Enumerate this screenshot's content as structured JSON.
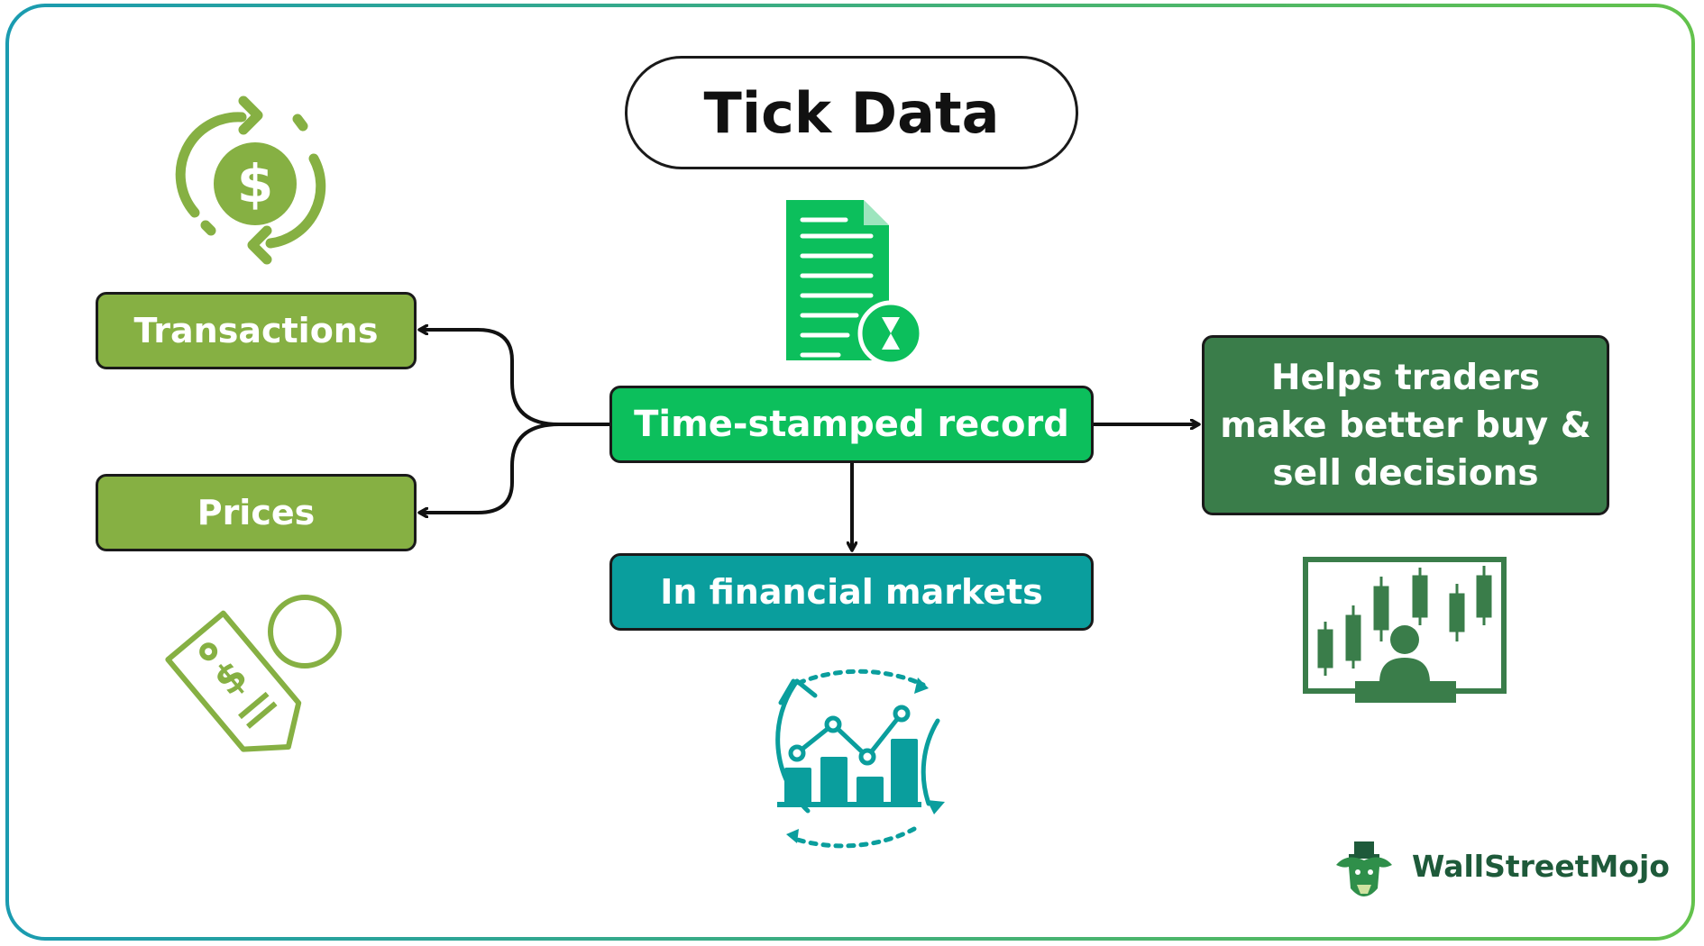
{
  "title": "Tick Data",
  "nodes": {
    "transactions": "Transactions",
    "prices": "Prices",
    "record": "Time-stamped record",
    "markets": "In financial markets",
    "helps": "Helps traders make better buy & sell decisions"
  },
  "brand": {
    "name": "WallStreetMojo"
  },
  "colors": {
    "olive_green": "#86b043",
    "bright_green": "#0cbf5c",
    "teal": "#0a9e9d",
    "dark_green": "#3a7d4a",
    "icon_green": "#86b043",
    "doc_green": "#0cbf5c",
    "chart_teal": "#0a9e9d",
    "candle_green": "#3a7d4a"
  },
  "icons": {
    "top_left": "dollar-cycle-icon",
    "bottom_left": "price-tag-icon",
    "center_top": "document-timer-icon",
    "center_bottom": "chart-cycle-icon",
    "right": "candlestick-trader-icon",
    "logo": "bull-mascot-icon"
  }
}
